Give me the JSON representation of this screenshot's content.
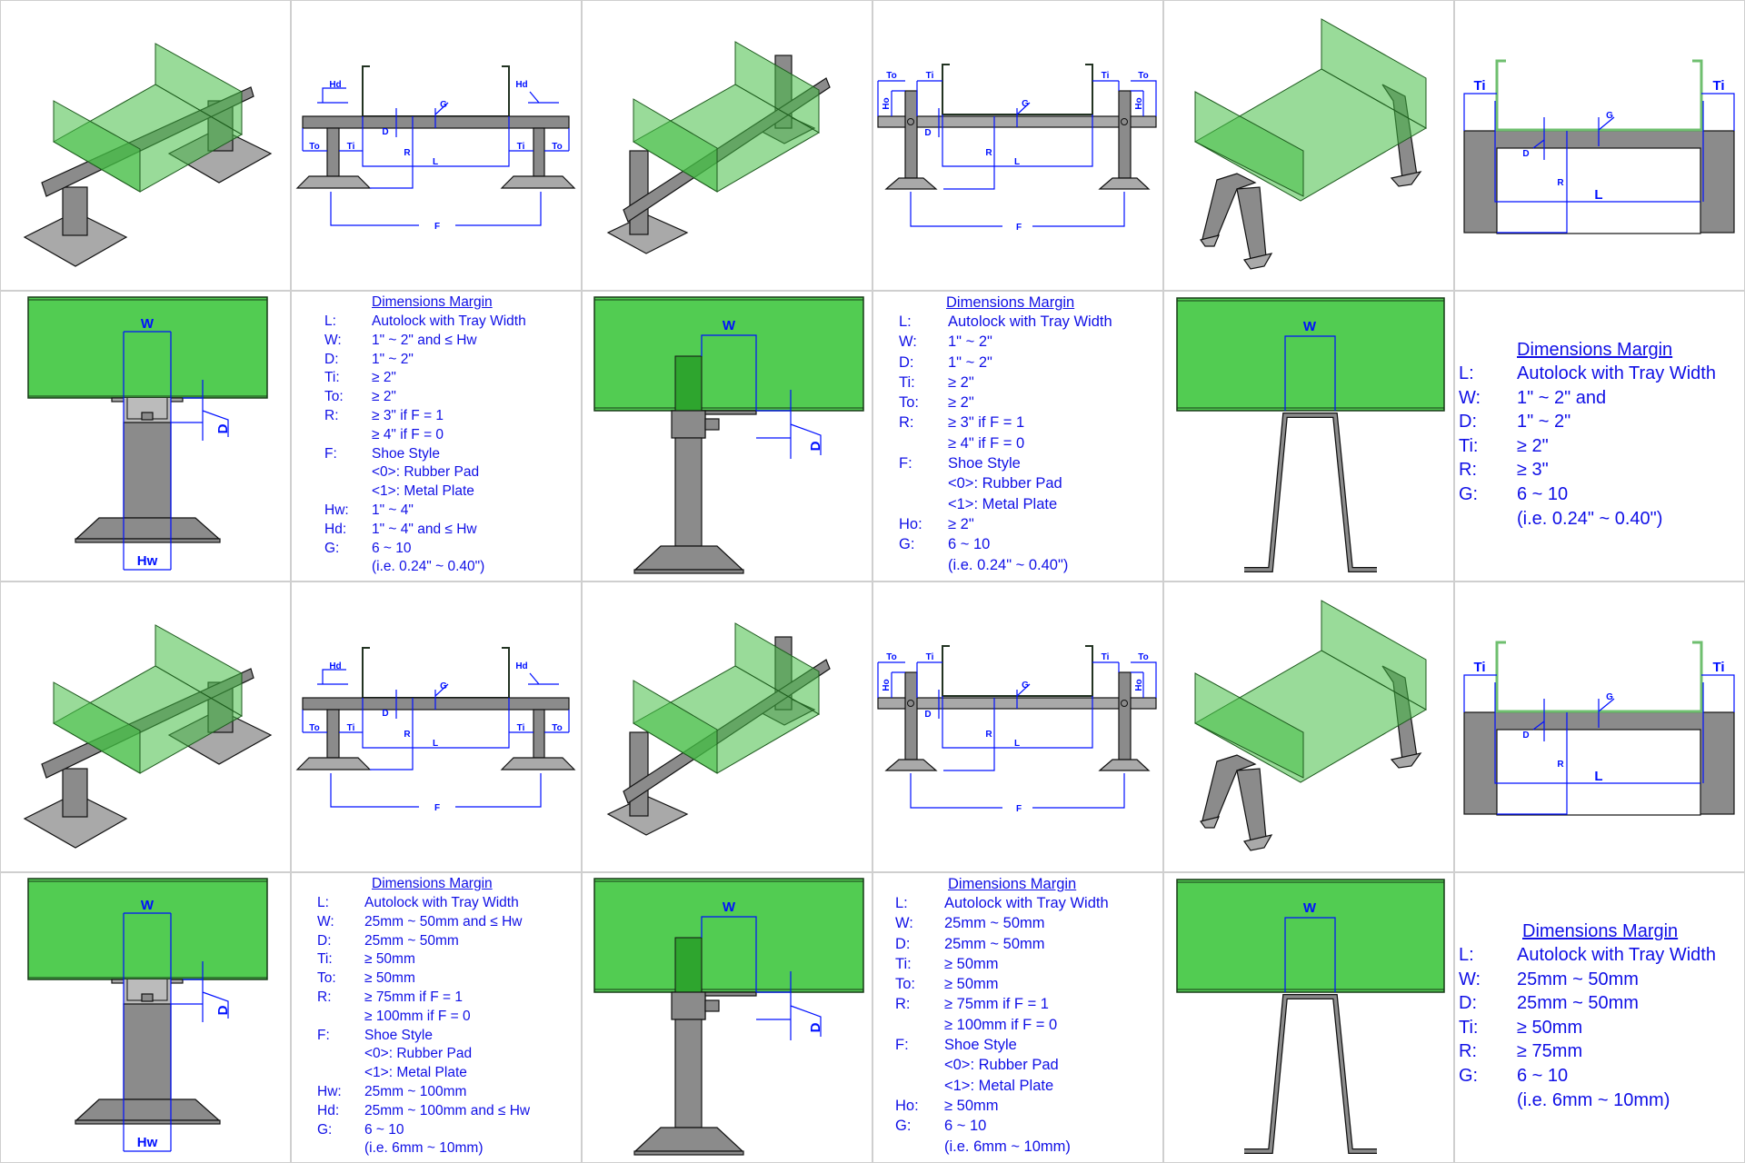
{
  "diagram_labels": {
    "To": "To",
    "Ti": "Ti",
    "L": "L",
    "R": "R",
    "F": "F",
    "Hd": "Hd",
    "G": "G",
    "D": "D",
    "W": "W",
    "Hw": "Hw",
    "Ho": "Ho"
  },
  "colors": {
    "dimension": "#0010ff",
    "tray": "#52cc52",
    "steel": "#8b8b8b",
    "text": "#1010e6"
  },
  "panels": [
    {
      "id": "r2c2",
      "title": "Dimensions Margin",
      "rows": [
        {
          "k": "L:",
          "v": "Autolock with Tray Width"
        },
        {
          "k": "W:",
          "v": "1\" ~ 2\" and ≤ Hw"
        },
        {
          "k": "D:",
          "v": "1\" ~ 2\""
        },
        {
          "k": "Ti:",
          "v": "≥  2\""
        },
        {
          "k": "To:",
          "v": "≥  2\""
        },
        {
          "k": "R:",
          "v": "≥  3\" if F = 1"
        },
        {
          "k": "",
          "v": "≥  4\" if F = 0"
        },
        {
          "k": "F:",
          "v": "Shoe Style"
        },
        {
          "k": "",
          "v": "<0>: Rubber Pad"
        },
        {
          "k": "",
          "v": "<1>: Metal Plate"
        },
        {
          "k": "Hw:",
          "v": "1\" ~ 4\""
        },
        {
          "k": "Hd:",
          "v": "1\" ~ 4\" and ≤ Hw"
        },
        {
          "k": "G:",
          "v": "6 ~ 10"
        },
        {
          "k": "",
          "v": "(i.e. 0.24\" ~ 0.40\")"
        }
      ]
    },
    {
      "id": "r2c4",
      "title": "Dimensions Margin",
      "rows": [
        {
          "k": "L:",
          "v": "Autolock with Tray Width"
        },
        {
          "k": "W:",
          "v": "1\" ~ 2\""
        },
        {
          "k": "D:",
          "v": "1\" ~ 2\""
        },
        {
          "k": "Ti:",
          "v": "≥  2\""
        },
        {
          "k": "To:",
          "v": "≥  2\""
        },
        {
          "k": "R:",
          "v": "≥  3\" if F = 1"
        },
        {
          "k": "",
          "v": "≥  4\" if F = 0"
        },
        {
          "k": "F:",
          "v": "Shoe Style"
        },
        {
          "k": "",
          "v": "<0>: Rubber Pad"
        },
        {
          "k": "",
          "v": "<1>: Metal Plate"
        },
        {
          "k": "Ho:",
          "v": "≥  2\""
        },
        {
          "k": "G:",
          "v": "6 ~ 10"
        },
        {
          "k": "",
          "v": "(i.e. 0.24\" ~ 0.40\")"
        }
      ]
    },
    {
      "id": "r2c6",
      "title": "Dimensions Margin",
      "rows": [
        {
          "k": "L:",
          "v": "Autolock with Tray Width"
        },
        {
          "k": "W:",
          "v": "1\" ~ 2\" and"
        },
        {
          "k": "D:",
          "v": "1\" ~ 2\""
        },
        {
          "k": "Ti:",
          "v": "≥  2\""
        },
        {
          "k": "R:",
          "v": "≥  3\""
        },
        {
          "k": "G:",
          "v": "6 ~ 10"
        },
        {
          "k": "",
          "v": "(i.e. 0.24\" ~ 0.40\")"
        }
      ]
    },
    {
      "id": "r4c2",
      "title": "Dimensions Margin",
      "rows": [
        {
          "k": "L:",
          "v": "Autolock with Tray Width"
        },
        {
          "k": "W:",
          "v": "25mm ~ 50mm and ≤ Hw"
        },
        {
          "k": "D:",
          "v": "25mm ~ 50mm"
        },
        {
          "k": "Ti:",
          "v": "≥  50mm"
        },
        {
          "k": "To:",
          "v": "≥  50mm"
        },
        {
          "k": "R:",
          "v": "≥  75mm if F = 1"
        },
        {
          "k": "",
          "v": "≥ 100mm if F = 0"
        },
        {
          "k": "F:",
          "v": "Shoe Style"
        },
        {
          "k": "",
          "v": "<0>: Rubber Pad"
        },
        {
          "k": "",
          "v": "<1>: Metal Plate"
        },
        {
          "k": "Hw:",
          "v": "25mm ~ 100mm"
        },
        {
          "k": "Hd:",
          "v": "25mm ~ 100mm and ≤ Hw"
        },
        {
          "k": "G:",
          "v": "6 ~ 10"
        },
        {
          "k": "",
          "v": "(i.e. 6mm ~ 10mm)"
        }
      ]
    },
    {
      "id": "r4c4",
      "title": "Dimensions Margin",
      "rows": [
        {
          "k": "L:",
          "v": "Autolock with Tray Width"
        },
        {
          "k": "W:",
          "v": "25mm ~ 50mm"
        },
        {
          "k": "D:",
          "v": "25mm ~ 50mm"
        },
        {
          "k": "Ti:",
          "v": "≥  50mm"
        },
        {
          "k": "To:",
          "v": "≥  50mm"
        },
        {
          "k": "R:",
          "v": "≥  75mm if F = 1"
        },
        {
          "k": "",
          "v": "≥ 100mm if F = 0"
        },
        {
          "k": "F:",
          "v": "Shoe Style"
        },
        {
          "k": "",
          "v": "<0>: Rubber Pad"
        },
        {
          "k": "",
          "v": "<1>: Metal Plate"
        },
        {
          "k": "Ho:",
          "v": "≥  50mm"
        },
        {
          "k": "G:",
          "v": "6 ~ 10"
        },
        {
          "k": "",
          "v": "(i.e. 6mm ~ 10mm)"
        }
      ]
    },
    {
      "id": "r4c6",
      "title": "Dimensions Margin",
      "rows": [
        {
          "k": "L:",
          "v": "Autolock with Tray Width"
        },
        {
          "k": "W:",
          "v": "25mm ~ 50mm"
        },
        {
          "k": "D:",
          "v": "25mm ~ 50mm"
        },
        {
          "k": "Ti:",
          "v": "≥  50mm"
        },
        {
          "k": "R:",
          "v": "≥  75mm"
        },
        {
          "k": "G:",
          "v": "6 ~ 10"
        },
        {
          "k": "",
          "v": "(i.e. 6mm ~ 10mm)"
        }
      ]
    }
  ]
}
